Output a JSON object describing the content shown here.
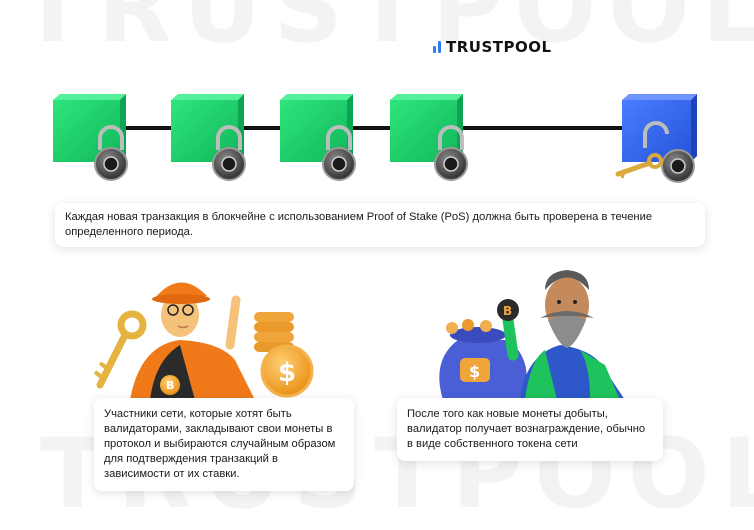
{
  "watermark": {
    "top": "TRUSTPOOL",
    "bottom": "TRUSTPOOL"
  },
  "logo": {
    "text": "TRUSTPOOL",
    "icon": "bars-logo-icon",
    "color": "#2f7df6"
  },
  "chain": {
    "block_color": "#1fd66f",
    "final_block_color": "#3d6ff5",
    "link_color": "#111111",
    "blocks": [
      {
        "state": "validated",
        "lock": "closed"
      },
      {
        "state": "validated",
        "lock": "closed"
      },
      {
        "state": "validated",
        "lock": "closed"
      },
      {
        "state": "validated",
        "lock": "closed"
      },
      {
        "state": "new",
        "lock": "open-with-key"
      }
    ]
  },
  "cards": {
    "intro": "Каждая новая транзакция в блокчейне с использованием Proof of Stake (PoS) должна быть проверена в течение определенного периода.",
    "validators": "Участники сети, которые хотят быть валидаторами, закладывают свои монеты в протокол и выбираются случайным образом для подтверждения транзакций в зависимости от их ставки.",
    "reward": "После того как новые монеты добыты, валидатор получает вознаграждение, обычно в виде собственного токена сети"
  },
  "illustrations": {
    "left": {
      "character": "validator-with-key",
      "items": [
        "key-icon",
        "bitcoin-icon",
        "dollar-coin-icon",
        "coin-stack"
      ]
    },
    "right": {
      "character": "validator-with-reward",
      "items": [
        "money-bag-icon",
        "bitcoin-icon",
        "dollar-icon"
      ]
    }
  }
}
